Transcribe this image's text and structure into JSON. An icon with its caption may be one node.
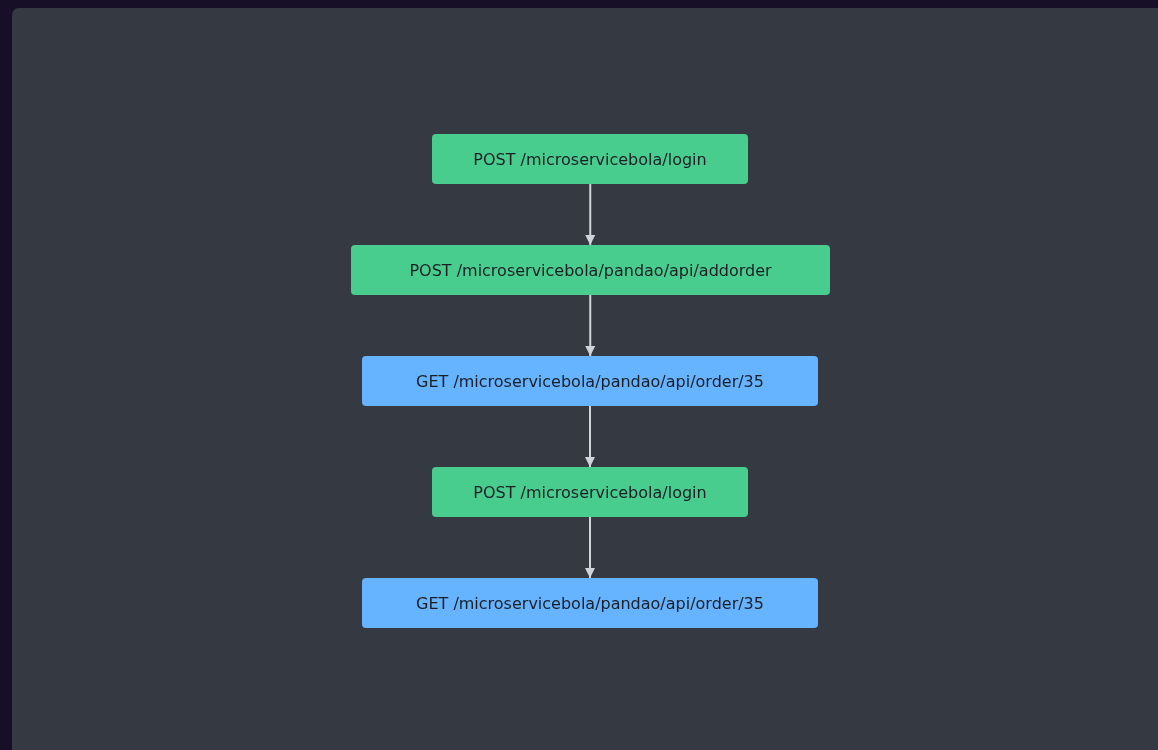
{
  "diagram": {
    "nodes": [
      {
        "text": [
          "POST /microservicebola/login"
        ]
      },
      {
        "text": [
          "POST /microservicebola/pandao/api/addorder"
        ]
      },
      {
        "text": [
          "GET /microservicebola/pandao/api/order/35"
        ]
      },
      {
        "text": [
          "POST /microservicebola/login"
        ]
      },
      {
        "text": [
          "GET /microservicebola/pandao/api/order/35"
        ]
      }
    ],
    "edges": [
      {
        "from": 0,
        "to": 1,
        "arrow": "to"
      },
      {
        "from": 1,
        "to": 2,
        "arrow": "to"
      },
      {
        "from": 2,
        "to": 3,
        "arrow": "to"
      },
      {
        "from": 3,
        "to": 4,
        "arrow": "to"
      }
    ]
  }
}
